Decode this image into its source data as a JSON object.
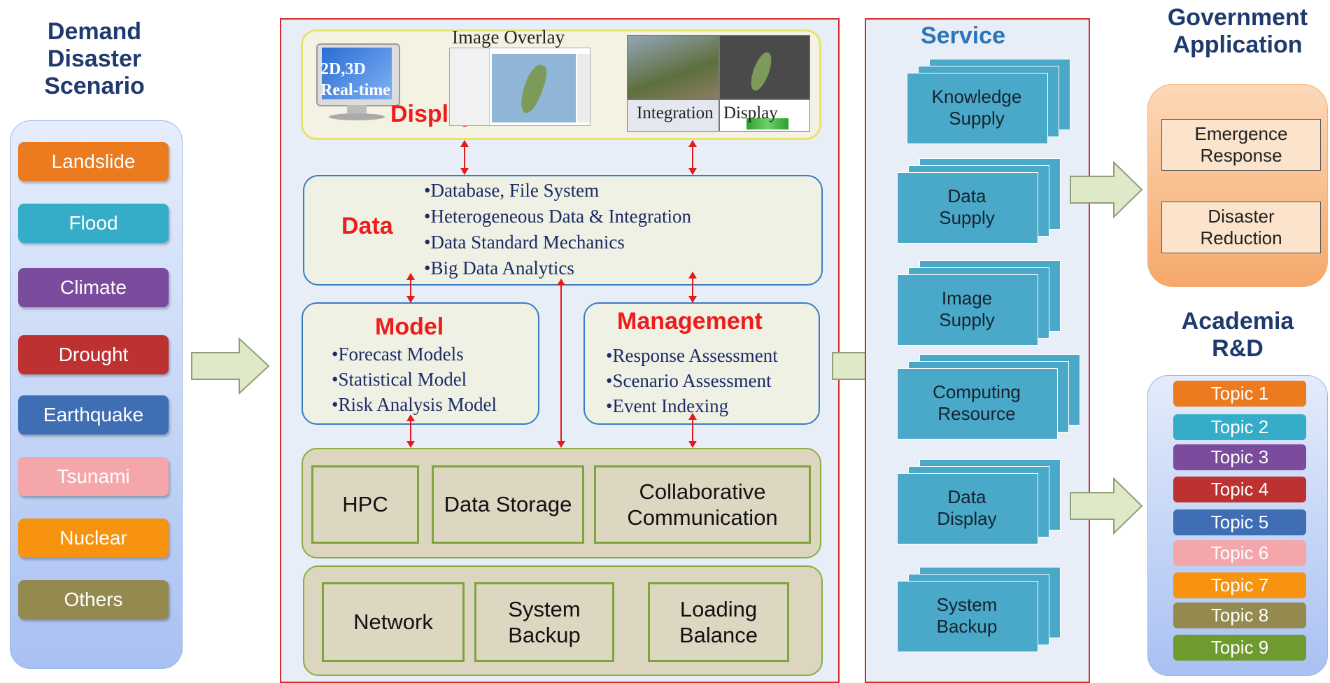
{
  "left": {
    "heading": "Demand\nDisaster\nScenario",
    "items": [
      {
        "label": "Landslide",
        "color": "#ec7a1f"
      },
      {
        "label": "Flood",
        "color": "#35acc8"
      },
      {
        "label": "Climate",
        "color": "#7b4b9e"
      },
      {
        "label": "Drought",
        "color": "#bd3131"
      },
      {
        "label": "Earthquake",
        "color": "#3f6eb5"
      },
      {
        "label": "Tsunami",
        "color": "#f4a6ab"
      },
      {
        "label": "Nuclear",
        "color": "#f7930e"
      },
      {
        "label": "Others",
        "color": "#948a4f"
      }
    ]
  },
  "center": {
    "display": {
      "title": "Display",
      "monitor_text": "2D,3D\nReal-time",
      "image_overlay": "Image Overlay",
      "integration": "Integration",
      "display_caption": "Display"
    },
    "data": {
      "title": "Data",
      "bullets": [
        "•Database, File System",
        "•Heterogeneous  Data & Integration",
        "•Data Standard Mechanics",
        "•Big Data Analytics"
      ]
    },
    "model": {
      "title": "Model",
      "bullets": [
        "•Forecast  Models",
        "•Statistical Model",
        "•Risk Analysis Model"
      ]
    },
    "management": {
      "title": "Management",
      "bullets": [
        "•Response Assessment",
        "•Scenario  Assessment",
        "•Event Indexing"
      ]
    },
    "infra_top": [
      "HPC",
      "Data Storage",
      "Collaborative\nCommunication"
    ],
    "infra_bottom": [
      "Network",
      "System\nBackup",
      "Loading\nBalance"
    ]
  },
  "service": {
    "heading": "Service",
    "items": [
      "Knowledge\nSupply",
      "Data\nSupply",
      "Image\nSupply",
      "Computing\nResource",
      "Data\nDisplay",
      "System\nBackup"
    ]
  },
  "government": {
    "heading": "Government\nApplication",
    "items": [
      "Emergence\nResponse",
      "Disaster\nReduction"
    ]
  },
  "academia": {
    "heading": "Academia\nR&D",
    "topics": [
      {
        "label": "Topic 1",
        "color": "#ec7a1f"
      },
      {
        "label": "Topic 2",
        "color": "#35acc8"
      },
      {
        "label": "Topic 3",
        "color": "#7b4b9e"
      },
      {
        "label": "Topic 4",
        "color": "#bd3131"
      },
      {
        "label": "Topic 5",
        "color": "#3f6eb5"
      },
      {
        "label": "Topic 6",
        "color": "#f4a6ab"
      },
      {
        "label": "Topic 7",
        "color": "#f7930e"
      },
      {
        "label": "Topic 8",
        "color": "#948a4f"
      },
      {
        "label": "Topic 9",
        "color": "#6f9a30"
      }
    ]
  },
  "colors": {
    "arrow_fill": "#dfe9c7",
    "frame_red": "#d92a2a",
    "title_red": "#ee1c1c",
    "heading_blue": "#1f3a6e",
    "service_doc": "#4aa8c8"
  }
}
